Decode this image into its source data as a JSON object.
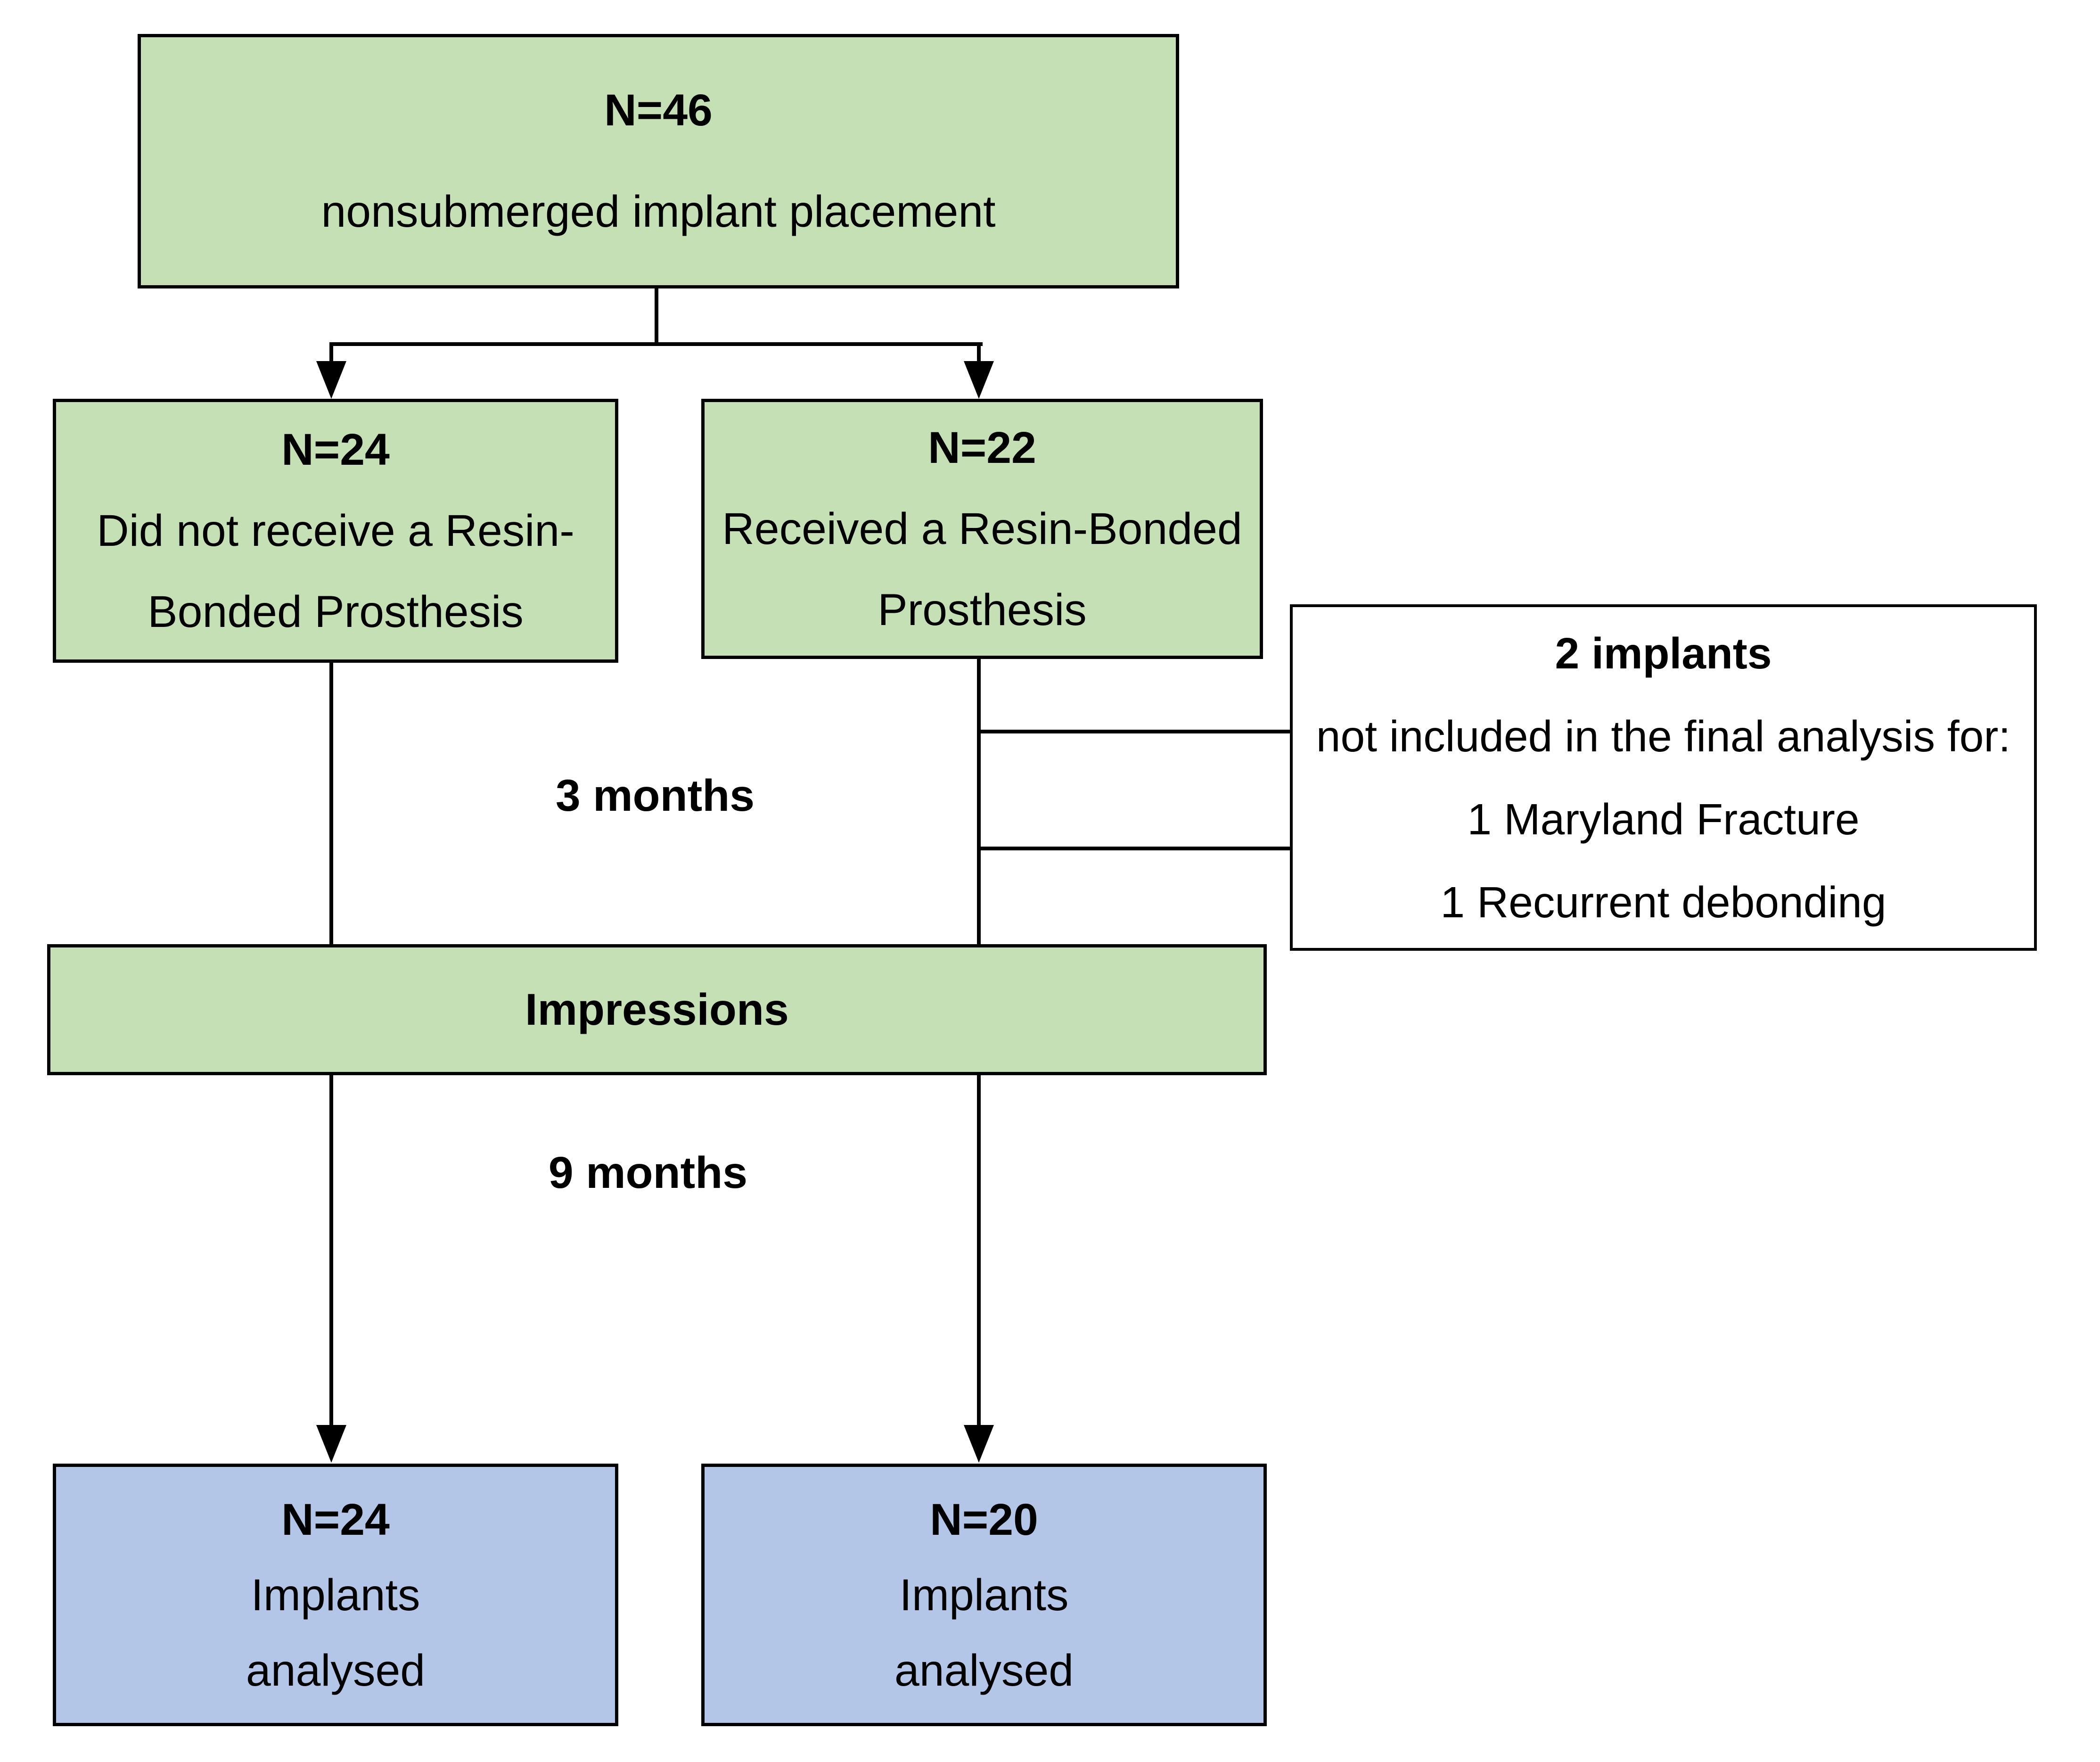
{
  "diagram": {
    "colors": {
      "green": "#c5e0b4",
      "blue": "#b4c6e7",
      "white": "#ffffff",
      "line": "#000000",
      "text": "#000000",
      "background": "#ffffff"
    },
    "boxes": {
      "enrollment": {
        "lines": [
          "N=46",
          "nonsubmerged implant placement"
        ]
      },
      "no_prosthesis": {
        "lines": [
          "N=24",
          "Did not receive a Resin-",
          "Bonded Prosthesis"
        ]
      },
      "prosthesis": {
        "lines": [
          "N=22",
          "Received a Resin-Bonded",
          "Prosthesis"
        ]
      },
      "excluded": {
        "lines": [
          "2 implants",
          "not included in the final analysis for:",
          "1 Maryland Fracture",
          "1 Recurrent debonding"
        ]
      },
      "impressions": {
        "lines": [
          "Impressions"
        ]
      },
      "analysed_left": {
        "lines": [
          "N=24",
          "Implants",
          "analysed"
        ]
      },
      "analysed_right": {
        "lines": [
          "N=20",
          "Implants",
          "analysed"
        ]
      }
    },
    "labels": {
      "timepoint_3": "3 months",
      "timepoint_9": "9 months"
    }
  }
}
